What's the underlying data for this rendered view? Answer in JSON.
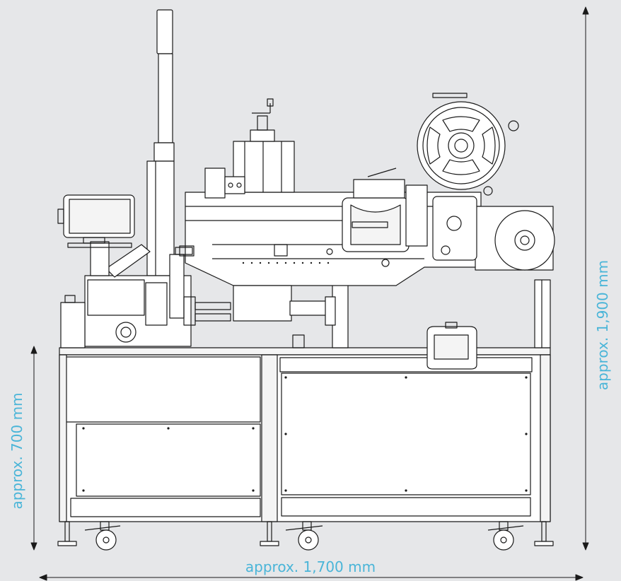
{
  "dimensions": {
    "width_label": "approx. 1,700 mm",
    "total_height_label": "approx. 1,900 mm",
    "table_height_label": "approx. 700 mm"
  },
  "colors": {
    "background": "#e6e7e9",
    "line": "#1a1a1a",
    "dimension_text": "#4ab5d8",
    "panel_fill": "#ffffff",
    "metal_fill": "#f4f4f4"
  }
}
